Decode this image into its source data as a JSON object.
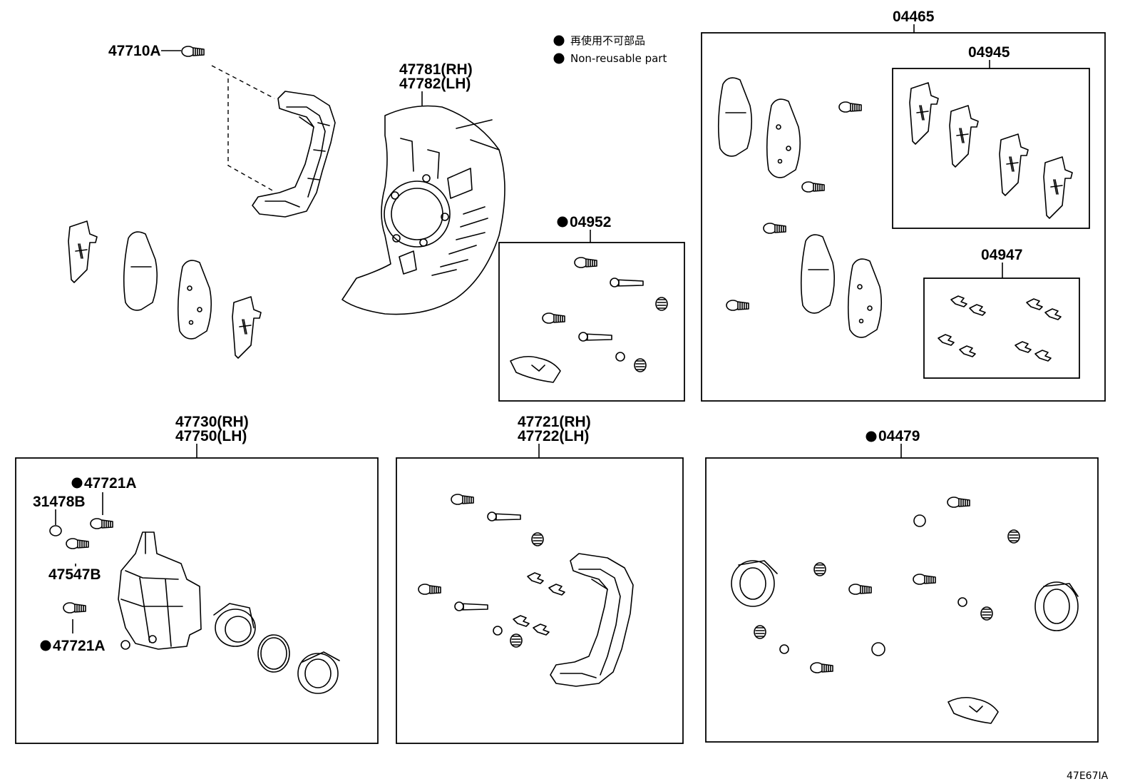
{
  "legend": {
    "japanese": "再使用不可部品",
    "english": "Non-reusable part"
  },
  "diagram_code": "47E67IA",
  "labels": {
    "bolt_47710A": "47710A",
    "shield_rh": "47781(RH)",
    "shield_lh": "47782(LH)",
    "kit_04465": "04465",
    "kit_04945": "04945",
    "kit_04947": "04947",
    "kit_04952": "04952",
    "caliper_rh": "47730(RH)",
    "caliper_lh": "47750(LH)",
    "mounting_rh": "47721(RH)",
    "mounting_lh": "47722(LH)",
    "kit_04479": "04479",
    "bolt_47721A_top": "47721A",
    "plug_31478B": "31478B",
    "bleeder_47547B": "47547B",
    "bolt_47721A_bottom": "47721A"
  }
}
